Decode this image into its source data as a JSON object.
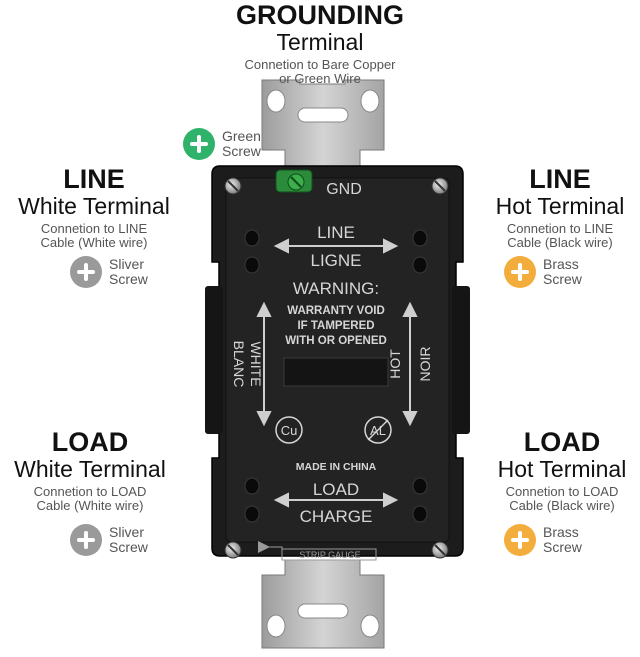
{
  "labels": {
    "grounding": {
      "title": "GROUNDING",
      "subtitle": "Terminal",
      "note1": "Connetion to Bare Copper",
      "note2": "or Green Wire"
    },
    "line_left": {
      "title": "LINE",
      "subtitle": "White Terminal",
      "note1": "Connetion to LINE",
      "note2": "Cable (White wire)"
    },
    "line_right": {
      "title": "LINE",
      "subtitle": "Hot Terminal",
      "note1": "Connetion to LINE",
      "note2": "Cable (Black wire)"
    },
    "load_left": {
      "title": "LOAD",
      "subtitle": "White Terminal",
      "note1": "Connetion to LOAD",
      "note2": "Cable (White wire)"
    },
    "load_right": {
      "title": "LOAD",
      "subtitle": "Hot Terminal",
      "note1": "Connetion to LOAD",
      "note2": "Cable (Black wire)"
    }
  },
  "screws": {
    "green": {
      "line1": "Green",
      "line2": "Screw",
      "color": "#2fb36b"
    },
    "silver_top": {
      "line1": "Sliver",
      "line2": "Screw",
      "color": "#9a9a9a"
    },
    "brass_top": {
      "line1": "Brass",
      "line2": "Screw",
      "color": "#f2ad3c"
    },
    "silver_bottom": {
      "line1": "Sliver",
      "line2": "Screw",
      "color": "#9a9a9a"
    },
    "brass_bottom": {
      "line1": "Brass",
      "line2": "Screw",
      "color": "#f2ad3c"
    }
  },
  "outlet": {
    "gnd": "GND",
    "line": "LINE",
    "ligne": "LIGNE",
    "warning": "WARNING:",
    "warranty1": "WARRANTY VOID",
    "warranty2": "IF TAMPERED",
    "warranty3": "WITH OR OPENED",
    "white": "WHITE",
    "blanc": "BLANC",
    "hot": "HOT",
    "noir": "NOIR",
    "cu": "Cu",
    "al": "AL",
    "made_in": "MADE IN CHINA",
    "load": "LOAD",
    "charge": "CHARGE",
    "strip_gauge": "STRIP GAUGE"
  },
  "colors": {
    "plate": "#b8b8b8",
    "body": "#1c1c1c",
    "text_on_body": "#d6d6d6"
  }
}
